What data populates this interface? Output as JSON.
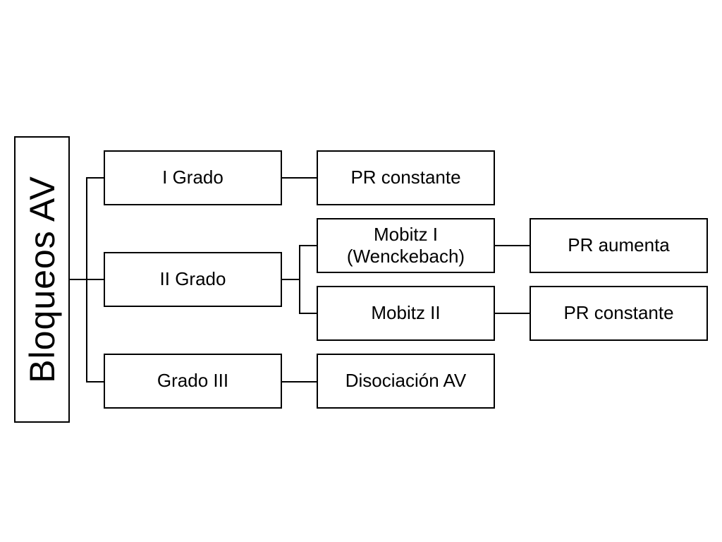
{
  "root": {
    "label": "Bloqueos AV"
  },
  "level1": [
    {
      "label": "I Grado"
    },
    {
      "label": "II Grado"
    },
    {
      "label": "Grado III"
    }
  ],
  "level2": {
    "grado1_result": "PR constante",
    "mobitz1_line1": "Mobitz I",
    "mobitz1_line2": "(Wenckebach)",
    "mobitz2": "Mobitz II",
    "grado3_result": "Disociación AV"
  },
  "level3": {
    "mobitz1_result": "PR aumenta",
    "mobitz2_result": "PR constante"
  }
}
